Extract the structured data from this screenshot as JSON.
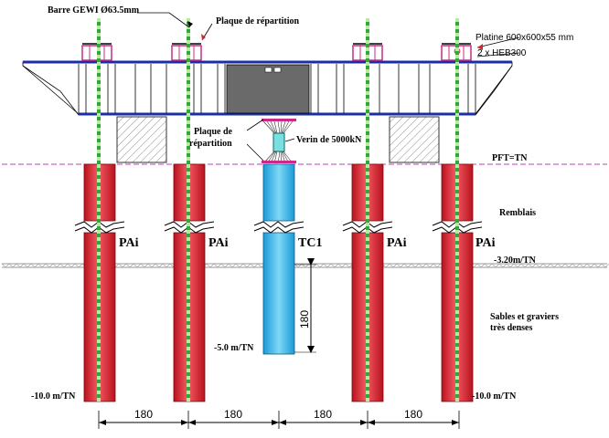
{
  "labels": {
    "gewi_bar": "Barre GEWI Ø63.5mm",
    "distribution_plate_top": "Plaque de répartition",
    "base_plate": "Platine 600x600x55 mm",
    "beams": "2 x HEB300",
    "distribution_plate_mid_1": "Plaque de",
    "distribution_plate_mid_2": "répartition",
    "jack": "Verin de 5000kN",
    "platform_level": "PFT=TN",
    "backfill": "Remblais",
    "ground_level": "-3.20m/TN",
    "soil_line1": "Sables et graviers",
    "soil_line2": "très denses",
    "test_pile_toe": "-5.0 m/TN",
    "toe_left": "-10.0 m/TN",
    "toe_right": "-10.0 m/TN",
    "test_pile_length": "180"
  },
  "piles": {
    "pa1": "PAi",
    "pa2": "PAi",
    "tc1": "TC1",
    "pa3": "PAi",
    "pa4": "PAi"
  },
  "spacings": [
    "180",
    "180",
    "180",
    "180"
  ],
  "colors": {
    "reaction_pile": "#e0303a",
    "test_pile": "#28b4e8",
    "beam": "#1a2ea8",
    "rebar": "#2faa3a",
    "platform_line": "#c040c0",
    "plate": "#cc2a8a"
  }
}
